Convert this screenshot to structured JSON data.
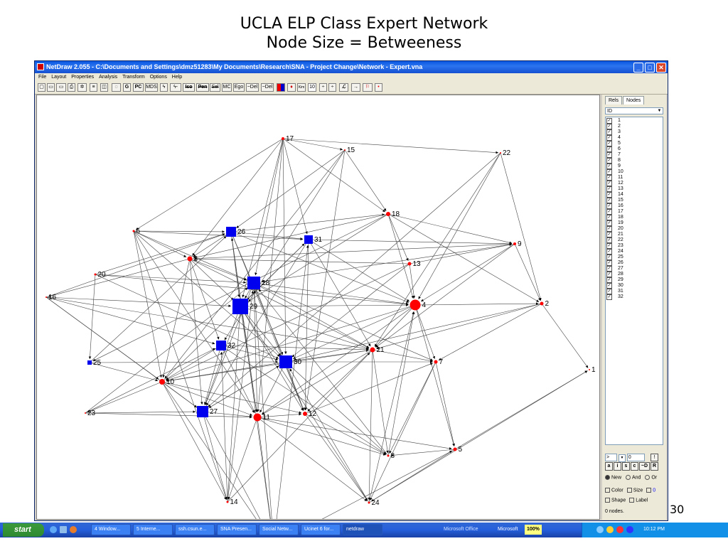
{
  "slide": {
    "title_line1": "UCLA ELP Class Expert Network",
    "title_line2": "Node Size = Betweeness",
    "page_number": "30"
  },
  "window": {
    "title": "NetDraw 2.055 - C:\\Documents and Settings\\dmz51283\\My Documents\\Research\\SNA - Project Change\\Network - Expert.vna",
    "menu": [
      "File",
      "Layout",
      "Properties",
      "Analysis",
      "Transform",
      "Options",
      "Help"
    ],
    "toolbar_labels": [
      "G",
      "PC",
      "MDS",
      "Iso",
      "Pen",
      "Sel",
      "MC",
      "Ego",
      "~Del",
      "~Del",
      "10"
    ]
  },
  "panel": {
    "tabs": [
      "Rels",
      "Nodes"
    ],
    "id_select": "ID",
    "node_ids": [
      "1",
      "2",
      "3",
      "4",
      "5",
      "6",
      "7",
      "8",
      "9",
      "10",
      "11",
      "12",
      "13",
      "14",
      "15",
      "16",
      "17",
      "18",
      "19",
      "20",
      "21",
      "22",
      "23",
      "24",
      "25",
      "26",
      "27",
      "28",
      "29",
      "30",
      "31",
      "32"
    ],
    "filter_op": ">",
    "filter_value": "0",
    "buttons": [
      "a",
      "i",
      "s",
      "c",
      "~D",
      "R"
    ],
    "radio_new": "New",
    "radio_and": "And",
    "radio_or": "Or",
    "color_label": "Color",
    "size_label": "Size",
    "size_value": "0",
    "shape_label": "Shape",
    "label_label": "Label",
    "status": "0 nodes."
  },
  "network": {
    "nodes": [
      {
        "id": "1",
        "shape": "circle",
        "size": 2,
        "color": "#ff0000"
      },
      {
        "id": "2",
        "shape": "circle",
        "size": 5,
        "color": "#ff0000"
      },
      {
        "id": "3",
        "shape": "circle",
        "size": 7,
        "color": "#ff0000"
      },
      {
        "id": "4",
        "shape": "circle",
        "size": 15,
        "color": "#ff0000"
      },
      {
        "id": "5",
        "shape": "circle",
        "size": 5,
        "color": "#ff0000"
      },
      {
        "id": "6",
        "shape": "circle",
        "size": 3,
        "color": "#ff0000"
      },
      {
        "id": "7",
        "shape": "circle",
        "size": 5,
        "color": "#ff0000"
      },
      {
        "id": "8",
        "shape": "circle",
        "size": 3,
        "color": "#ff0000"
      },
      {
        "id": "9",
        "shape": "circle",
        "size": 4,
        "color": "#ff0000"
      },
      {
        "id": "10",
        "shape": "circle",
        "size": 8,
        "color": "#ff0000"
      },
      {
        "id": "11",
        "shape": "circle",
        "size": 11,
        "color": "#ff0000"
      },
      {
        "id": "12",
        "shape": "circle",
        "size": 6,
        "color": "#ff0000"
      },
      {
        "id": "13",
        "shape": "circle",
        "size": 5,
        "color": "#ff0000"
      },
      {
        "id": "14",
        "shape": "circle",
        "size": 3,
        "color": "#ff0000"
      },
      {
        "id": "15",
        "shape": "circle",
        "size": 2,
        "color": "#ff0000"
      },
      {
        "id": "16",
        "shape": "circle",
        "size": 2,
        "color": "#ff0000"
      },
      {
        "id": "17",
        "shape": "circle",
        "size": 4,
        "color": "#ff0000"
      },
      {
        "id": "18",
        "shape": "circle",
        "size": 6,
        "color": "#ff0000"
      },
      {
        "id": "19",
        "shape": "circle",
        "size": 3,
        "color": "#ff0000"
      },
      {
        "id": "20",
        "shape": "circle",
        "size": 3,
        "color": "#ff0000"
      },
      {
        "id": "21",
        "shape": "circle",
        "size": 7,
        "color": "#ff0000"
      },
      {
        "id": "22",
        "shape": "circle",
        "size": 2,
        "color": "#ff0000"
      },
      {
        "id": "23",
        "shape": "circle",
        "size": 2,
        "color": "#ff0000"
      },
      {
        "id": "24",
        "shape": "circle",
        "size": 3,
        "color": "#ff0000"
      },
      {
        "id": "25",
        "shape": "square",
        "size": 6,
        "color": "#0000ee"
      },
      {
        "id": "26",
        "shape": "square",
        "size": 14,
        "color": "#0000ee"
      },
      {
        "id": "27",
        "shape": "square",
        "size": 16,
        "color": "#0000ee"
      },
      {
        "id": "28",
        "shape": "square",
        "size": 18,
        "color": "#0000ee"
      },
      {
        "id": "29",
        "shape": "square",
        "size": 22,
        "color": "#0000ee"
      },
      {
        "id": "30",
        "shape": "square",
        "size": 18,
        "color": "#0000ee"
      },
      {
        "id": "31",
        "shape": "square",
        "size": 12,
        "color": "#0000ee"
      },
      {
        "id": "32",
        "shape": "square",
        "size": 14,
        "color": "#0000ee"
      }
    ],
    "edges": [
      [
        "17",
        "15"
      ],
      [
        "17",
        "22"
      ],
      [
        "17",
        "3"
      ],
      [
        "17",
        "28"
      ],
      [
        "17",
        "29"
      ],
      [
        "17",
        "30"
      ],
      [
        "17",
        "31"
      ],
      [
        "17",
        "11"
      ],
      [
        "17",
        "6"
      ],
      [
        "17",
        "18"
      ],
      [
        "15",
        "18"
      ],
      [
        "15",
        "12"
      ],
      [
        "15",
        "26"
      ],
      [
        "15",
        "32"
      ],
      [
        "15",
        "10"
      ],
      [
        "22",
        "4"
      ],
      [
        "22",
        "2"
      ],
      [
        "22",
        "21"
      ],
      [
        "22",
        "27"
      ],
      [
        "6",
        "26"
      ],
      [
        "6",
        "3"
      ],
      [
        "6",
        "28"
      ],
      [
        "6",
        "10"
      ],
      [
        "6",
        "11"
      ],
      [
        "6",
        "30"
      ],
      [
        "6",
        "14"
      ],
      [
        "6",
        "31"
      ],
      [
        "26",
        "18"
      ],
      [
        "26",
        "31"
      ],
      [
        "26",
        "3"
      ],
      [
        "26",
        "29"
      ],
      [
        "26",
        "12"
      ],
      [
        "26",
        "30"
      ],
      [
        "26",
        "11"
      ],
      [
        "26",
        "4"
      ],
      [
        "31",
        "9"
      ],
      [
        "31",
        "4"
      ],
      [
        "31",
        "29"
      ],
      [
        "31",
        "12"
      ],
      [
        "31",
        "27"
      ],
      [
        "31",
        "21"
      ],
      [
        "18",
        "9"
      ],
      [
        "18",
        "4"
      ],
      [
        "18",
        "2"
      ],
      [
        "18",
        "13"
      ],
      [
        "18",
        "29"
      ],
      [
        "18",
        "25"
      ],
      [
        "18",
        "3"
      ],
      [
        "13",
        "4"
      ],
      [
        "13",
        "9"
      ],
      [
        "13",
        "3"
      ],
      [
        "13",
        "30"
      ],
      [
        "13",
        "10"
      ],
      [
        "9",
        "2"
      ],
      [
        "9",
        "4"
      ],
      [
        "9",
        "21"
      ],
      [
        "9",
        "28"
      ],
      [
        "3",
        "28"
      ],
      [
        "3",
        "29"
      ],
      [
        "3",
        "32"
      ],
      [
        "3",
        "27"
      ],
      [
        "3",
        "10"
      ],
      [
        "3",
        "21"
      ],
      [
        "3",
        "16"
      ],
      [
        "3",
        "9"
      ],
      [
        "20",
        "28"
      ],
      [
        "20",
        "26"
      ],
      [
        "20",
        "25"
      ],
      [
        "20",
        "4"
      ],
      [
        "20",
        "30"
      ],
      [
        "16",
        "26"
      ],
      [
        "16",
        "29"
      ],
      [
        "16",
        "32"
      ],
      [
        "16",
        "27"
      ],
      [
        "16",
        "21"
      ],
      [
        "16",
        "10"
      ],
      [
        "28",
        "29"
      ],
      [
        "28",
        "4"
      ],
      [
        "28",
        "21"
      ],
      [
        "28",
        "11"
      ],
      [
        "28",
        "12"
      ],
      [
        "28",
        "27"
      ],
      [
        "28",
        "7"
      ],
      [
        "29",
        "4"
      ],
      [
        "29",
        "21"
      ],
      [
        "29",
        "11"
      ],
      [
        "29",
        "27"
      ],
      [
        "29",
        "12"
      ],
      [
        "29",
        "30"
      ],
      [
        "29",
        "14"
      ],
      [
        "29",
        "24"
      ],
      [
        "4",
        "21"
      ],
      [
        "4",
        "7"
      ],
      [
        "4",
        "2"
      ],
      [
        "4",
        "11"
      ],
      [
        "4",
        "5"
      ],
      [
        "4",
        "30"
      ],
      [
        "4",
        "10"
      ],
      [
        "2",
        "1"
      ],
      [
        "2",
        "7"
      ],
      [
        "2",
        "21"
      ],
      [
        "2",
        "30"
      ],
      [
        "32",
        "30"
      ],
      [
        "32",
        "11"
      ],
      [
        "32",
        "10"
      ],
      [
        "32",
        "27"
      ],
      [
        "32",
        "8"
      ],
      [
        "32",
        "21"
      ],
      [
        "25",
        "10"
      ],
      [
        "25",
        "30"
      ],
      [
        "25",
        "26"
      ],
      [
        "30",
        "7"
      ],
      [
        "30",
        "21"
      ],
      [
        "30",
        "12"
      ],
      [
        "30",
        "8"
      ],
      [
        "30",
        "10"
      ],
      [
        "30",
        "27"
      ],
      [
        "30",
        "11"
      ],
      [
        "21",
        "7"
      ],
      [
        "21",
        "8"
      ],
      [
        "21",
        "24"
      ],
      [
        "21",
        "12"
      ],
      [
        "21",
        "11"
      ],
      [
        "21",
        "10"
      ],
      [
        "10",
        "27"
      ],
      [
        "10",
        "11"
      ],
      [
        "10",
        "14"
      ],
      [
        "10",
        "19"
      ],
      [
        "10",
        "23"
      ],
      [
        "10",
        "12"
      ],
      [
        "10",
        "31"
      ],
      [
        "23",
        "27"
      ],
      [
        "23",
        "11"
      ],
      [
        "23",
        "32"
      ],
      [
        "23",
        "28"
      ],
      [
        "27",
        "11"
      ],
      [
        "27",
        "14"
      ],
      [
        "27",
        "19"
      ],
      [
        "27",
        "30"
      ],
      [
        "11",
        "12"
      ],
      [
        "11",
        "8"
      ],
      [
        "11",
        "5"
      ],
      [
        "11",
        "19"
      ],
      [
        "11",
        "24"
      ],
      [
        "11",
        "14"
      ],
      [
        "12",
        "8"
      ],
      [
        "12",
        "24"
      ],
      [
        "12",
        "7"
      ],
      [
        "7",
        "8"
      ],
      [
        "7",
        "5"
      ],
      [
        "7",
        "24"
      ],
      [
        "5",
        "24"
      ],
      [
        "5",
        "1"
      ],
      [
        "5",
        "8"
      ],
      [
        "14",
        "28"
      ],
      [
        "14",
        "32"
      ],
      [
        "14",
        "21"
      ],
      [
        "19",
        "31"
      ],
      [
        "19",
        "28"
      ],
      [
        "19",
        "5"
      ],
      [
        "19",
        "26"
      ],
      [
        "24",
        "4"
      ],
      [
        "24",
        "30"
      ],
      [
        "24",
        "1"
      ],
      [
        "8",
        "4"
      ],
      [
        "8",
        "28"
      ]
    ]
  },
  "taskbar": {
    "start": "start",
    "tasks": [
      "4 Window...",
      "5 Interne...",
      "ssh.csun.e...",
      "SNA Presen...",
      "Social Netw...",
      "Ucinet 6 for...",
      "netdraw"
    ],
    "office_label": "Microsoft Office",
    "microsoft_label": "Microsoft",
    "zoom": "100%",
    "clock": "10:12 PM"
  },
  "colors": {
    "title_bar": "#0a58e0",
    "node_red": "#ff0000",
    "node_blue": "#0000ee",
    "taskbar": "#245edb",
    "start_green": "#3c9a3c"
  }
}
